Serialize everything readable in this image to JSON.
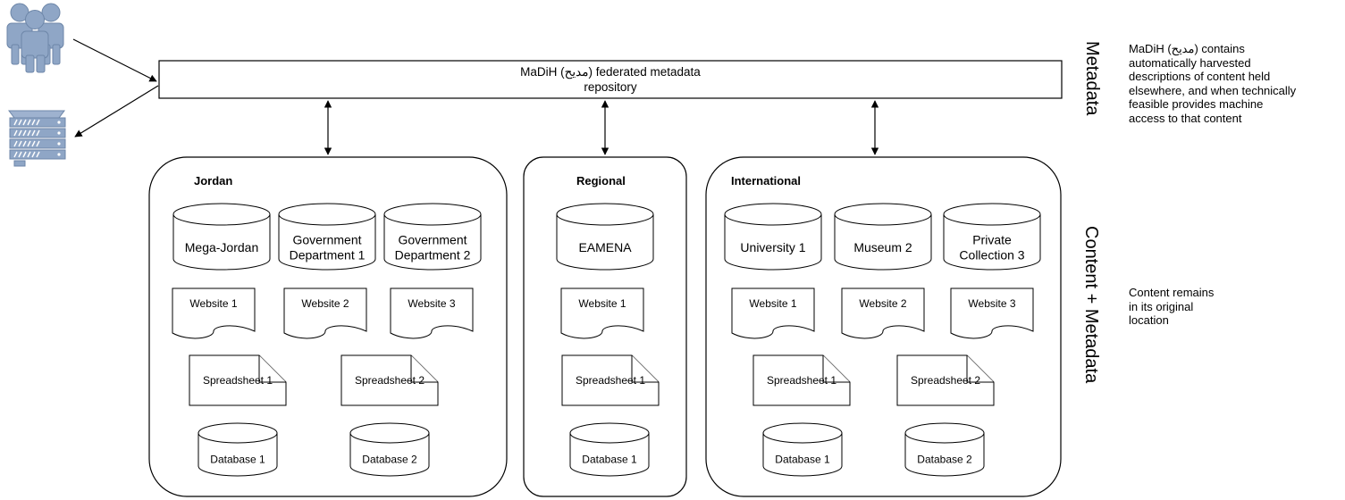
{
  "repository": {
    "line1": "MaDiH (مديح) federated metadata",
    "line2": "repository"
  },
  "side_labels": {
    "metadata": "Metadata",
    "content_metadata": "Content + Metadata"
  },
  "notes": {
    "top": [
      "MaDiH (مديح)  contains",
      "automatically harvested",
      "descriptions of content held",
      "elsewhere, and when technically",
      "feasible provides machine",
      "access to that content"
    ],
    "bottom": [
      "Content remains",
      "in its original",
      "location"
    ]
  },
  "icons": {
    "users": "users-icon",
    "server": "server-icon"
  },
  "groups": {
    "jordan": {
      "title": "Jordan",
      "archives": [
        [
          "Mega-Jordan"
        ],
        [
          "Government",
          "Department 1"
        ],
        [
          "Government",
          "Department 2"
        ]
      ],
      "websites": [
        "Website 1",
        "Website 2",
        "Website 3"
      ],
      "spreadsheets": [
        "Spreadsheet 1",
        "Spreadsheet 2"
      ],
      "databases": [
        "Database 1",
        "Database 2"
      ]
    },
    "regional": {
      "title": "Regional",
      "archives": [
        [
          "EAMENA"
        ]
      ],
      "websites": [
        "Website 1"
      ],
      "spreadsheets": [
        "Spreadsheet 1"
      ],
      "databases": [
        "Database 1"
      ]
    },
    "international": {
      "title": "International",
      "archives": [
        [
          "University 1"
        ],
        [
          "Museum 2"
        ],
        [
          "Private",
          "Collection 3"
        ]
      ],
      "websites": [
        "Website 1",
        "Website 2",
        "Website 3"
      ],
      "spreadsheets": [
        "Spreadsheet 1",
        "Spreadsheet 2"
      ],
      "databases": [
        "Database 1",
        "Database 2"
      ]
    }
  }
}
